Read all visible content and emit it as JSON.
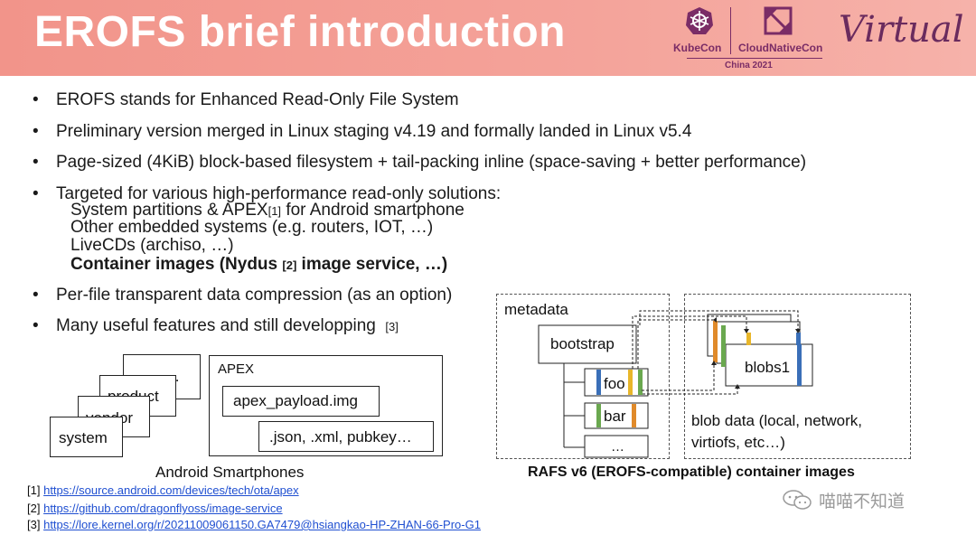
{
  "header": {
    "title": "EROFS brief introduction",
    "kubecon": "KubeCon",
    "cloudnativecon": "CloudNativeCon",
    "event": "China 2021",
    "virtual": "Virtual"
  },
  "bullets": [
    "EROFS stands for Enhanced Read-Only File System",
    "Preliminary version merged in Linux staging v4.19 and formally landed in Linux v5.4",
    "Page-sized (4KiB) block-based filesystem + tail-packing inline (space-saving + better performance)",
    "Targeted for various high-performance read-only solutions:",
    "Per-file transparent data compression (as an option)",
    "Many useful features and still developping"
  ],
  "bullet_ref": "[3]",
  "sub_items": {
    "s1_a": "System partitions & APEX",
    "s1_ref": "[1]",
    "s1_b": " for Android smartphone",
    "s2": "Other embedded systems (e.g. routers, IOT, …)",
    "s3": "LiveCDs (archiso, …)",
    "s4_a": "Container images (Nydus ",
    "s4_ref": "[2]",
    "s4_b": " image service, …)"
  },
  "android": {
    "caption": "Android Smartphones",
    "stack": [
      "..",
      "product",
      "vendor",
      "system"
    ],
    "apex_label": "APEX",
    "apex_payload": "apex_payload.img",
    "apex_meta": ".json, .xml, pubkey…"
  },
  "rafs": {
    "metadata": "metadata",
    "bootstrap": "bootstrap",
    "foo": "foo",
    "bar": "bar",
    "more": "…",
    "blobs": "blobs1",
    "blob_data_1": "blob data (local, network,",
    "blob_data_2": "virtiofs, etc…)",
    "caption": "RAFS v6 (EROFS-compatible) container images"
  },
  "footnotes": [
    {
      "num": "[1]",
      "url": "https://source.android.com/devices/tech/ota/apex"
    },
    {
      "num": "[2]",
      "url": "https://github.com/dragonflyoss/image-service"
    },
    {
      "num": "[3]",
      "url": "https://lore.kernel.org/r/20211009061150.GA7479@hsiangkao-HP-ZHAN-66-Pro-G1"
    }
  ],
  "watermark": "喵喵不知道",
  "colors": {
    "header_bg": "#f2948a",
    "title": "#ffffff",
    "brand": "#7a2c66",
    "link": "#1f4fd1",
    "bar_blue": "#3a6fb8",
    "bar_green": "#6aa84f",
    "bar_orange": "#e08a2a",
    "bar_yellow": "#e8b62a"
  }
}
